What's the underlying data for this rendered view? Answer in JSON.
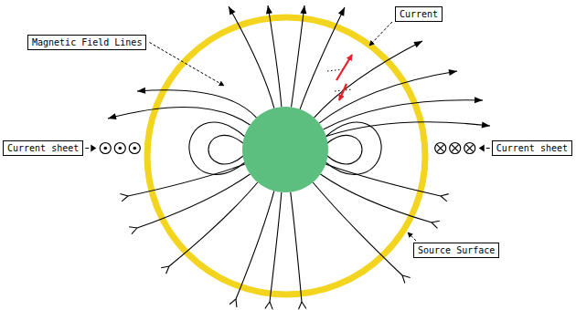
{
  "diagram": {
    "nodes": [
      {
        "text": [
          "Magnetic Field Lines"
        ]
      },
      {
        "text": [
          "Current"
        ]
      },
      {
        "text": [
          "Current sheet"
        ]
      },
      {
        "text": [
          "Current sheet"
        ]
      },
      {
        "text": [
          "Source Surface"
        ]
      }
    ]
  }
}
